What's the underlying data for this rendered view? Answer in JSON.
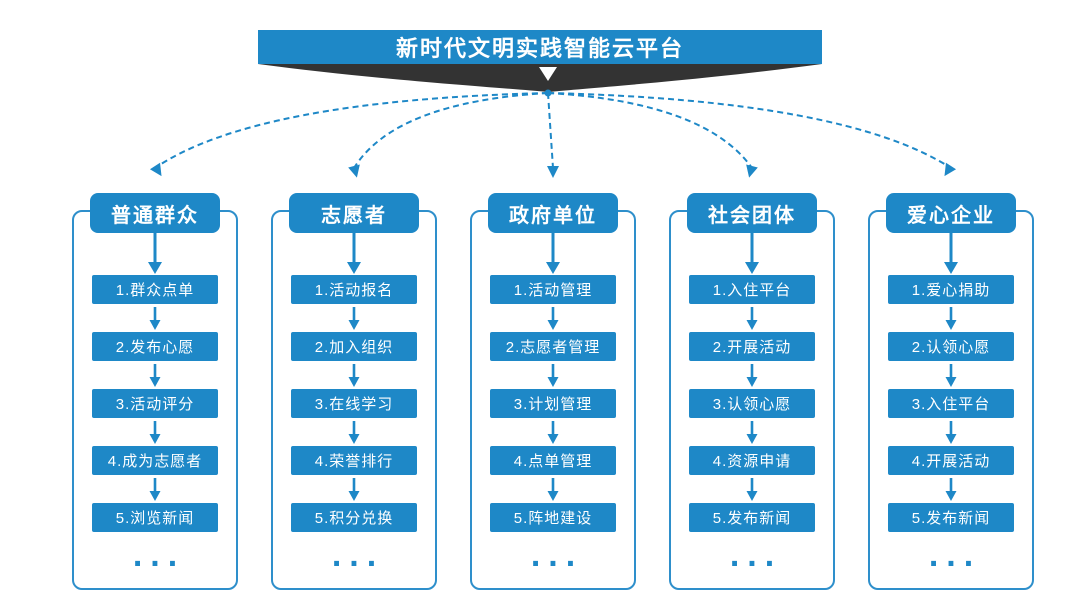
{
  "title": "新时代文明实践智能云平台",
  "columns": [
    {
      "header": "普通群众",
      "steps": [
        "1.群众点单",
        "2.发布心愿",
        "3.活动评分",
        "4.成为志愿者",
        "5.浏览新闻"
      ],
      "more": "..."
    },
    {
      "header": "志愿者",
      "steps": [
        "1.活动报名",
        "2.加入组织",
        "3.在线学习",
        "4.荣誉排行",
        "5.积分兑换"
      ],
      "more": "..."
    },
    {
      "header": "政府单位",
      "steps": [
        "1.活动管理",
        "2.志愿者管理",
        "3.计划管理",
        "4.点单管理",
        "5.阵地建设"
      ],
      "more": "..."
    },
    {
      "header": "社会团体",
      "steps": [
        "1.入住平台",
        "2.开展活动",
        "3.认领心愿",
        "4.资源申请",
        "5.发布新闻"
      ],
      "more": "..."
    },
    {
      "header": "爱心企业",
      "steps": [
        "1.爱心捐助",
        "2.认领心愿",
        "3.入住平台",
        "4.开展活动",
        "5.发布新闻"
      ],
      "more": "..."
    }
  ],
  "colors": {
    "primary": "#1E88C7",
    "panel_border": "#2E8FCB",
    "ribbon": "#333333",
    "background": "#FFFFFF",
    "text_on_primary": "#FFFFFF"
  }
}
